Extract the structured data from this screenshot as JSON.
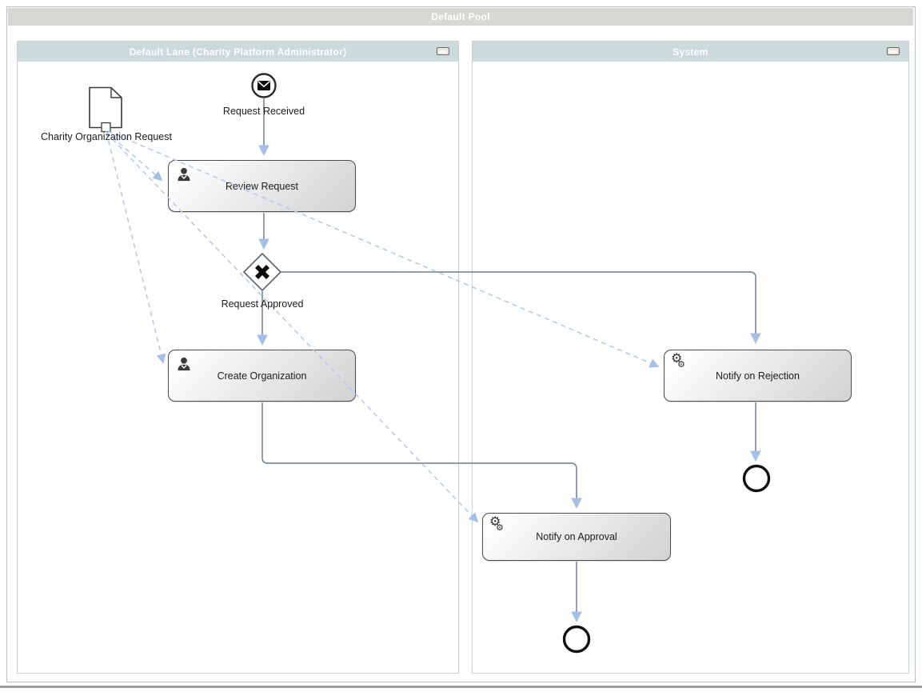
{
  "pool": {
    "title": "Default Pool"
  },
  "lanes": [
    {
      "title": "Default Lane (Charity Platform Administrator)"
    },
    {
      "title": "System"
    }
  ],
  "nodes": {
    "start_event": {
      "label": "Request Received",
      "icon": "message-envelope-icon",
      "type": "message start event"
    },
    "data_object": {
      "label": "Charity Organization Request",
      "icon": "document-icon",
      "type": "data object"
    },
    "task_review": {
      "label": "Review Request",
      "icon": "user-icon",
      "type": "human task"
    },
    "gateway": {
      "label": "Request Approved",
      "icon": "x-mark-icon",
      "type": "exclusive gateway"
    },
    "task_create": {
      "label": "Create Organization",
      "icon": "user-icon",
      "type": "human task"
    },
    "task_notify_rejection": {
      "label": "Notify on Rejection",
      "icon": "gears-icon",
      "type": "service task"
    },
    "task_notify_approval": {
      "label": "Notify on Approval",
      "icon": "gears-icon",
      "type": "service task"
    },
    "end_event_rejection": {
      "type": "end event"
    },
    "end_event_approval": {
      "type": "end event"
    }
  },
  "icons": {
    "gear_glyph": "⚙",
    "lane_collapse": "minimize-lane-icon"
  },
  "colors": {
    "pool_header_bg": "#d8d8d2",
    "lane_header_bg": "#ccdadb",
    "lane_border": "#c3d2d4",
    "sequence_flow": "#7e8ea4",
    "arrowhead": "#a4c0e6",
    "data_association": "#aec9f2",
    "task_gradient_start": "#ffffff",
    "task_gradient_end": "#d2d2d2",
    "header_text": "#ffffff"
  }
}
